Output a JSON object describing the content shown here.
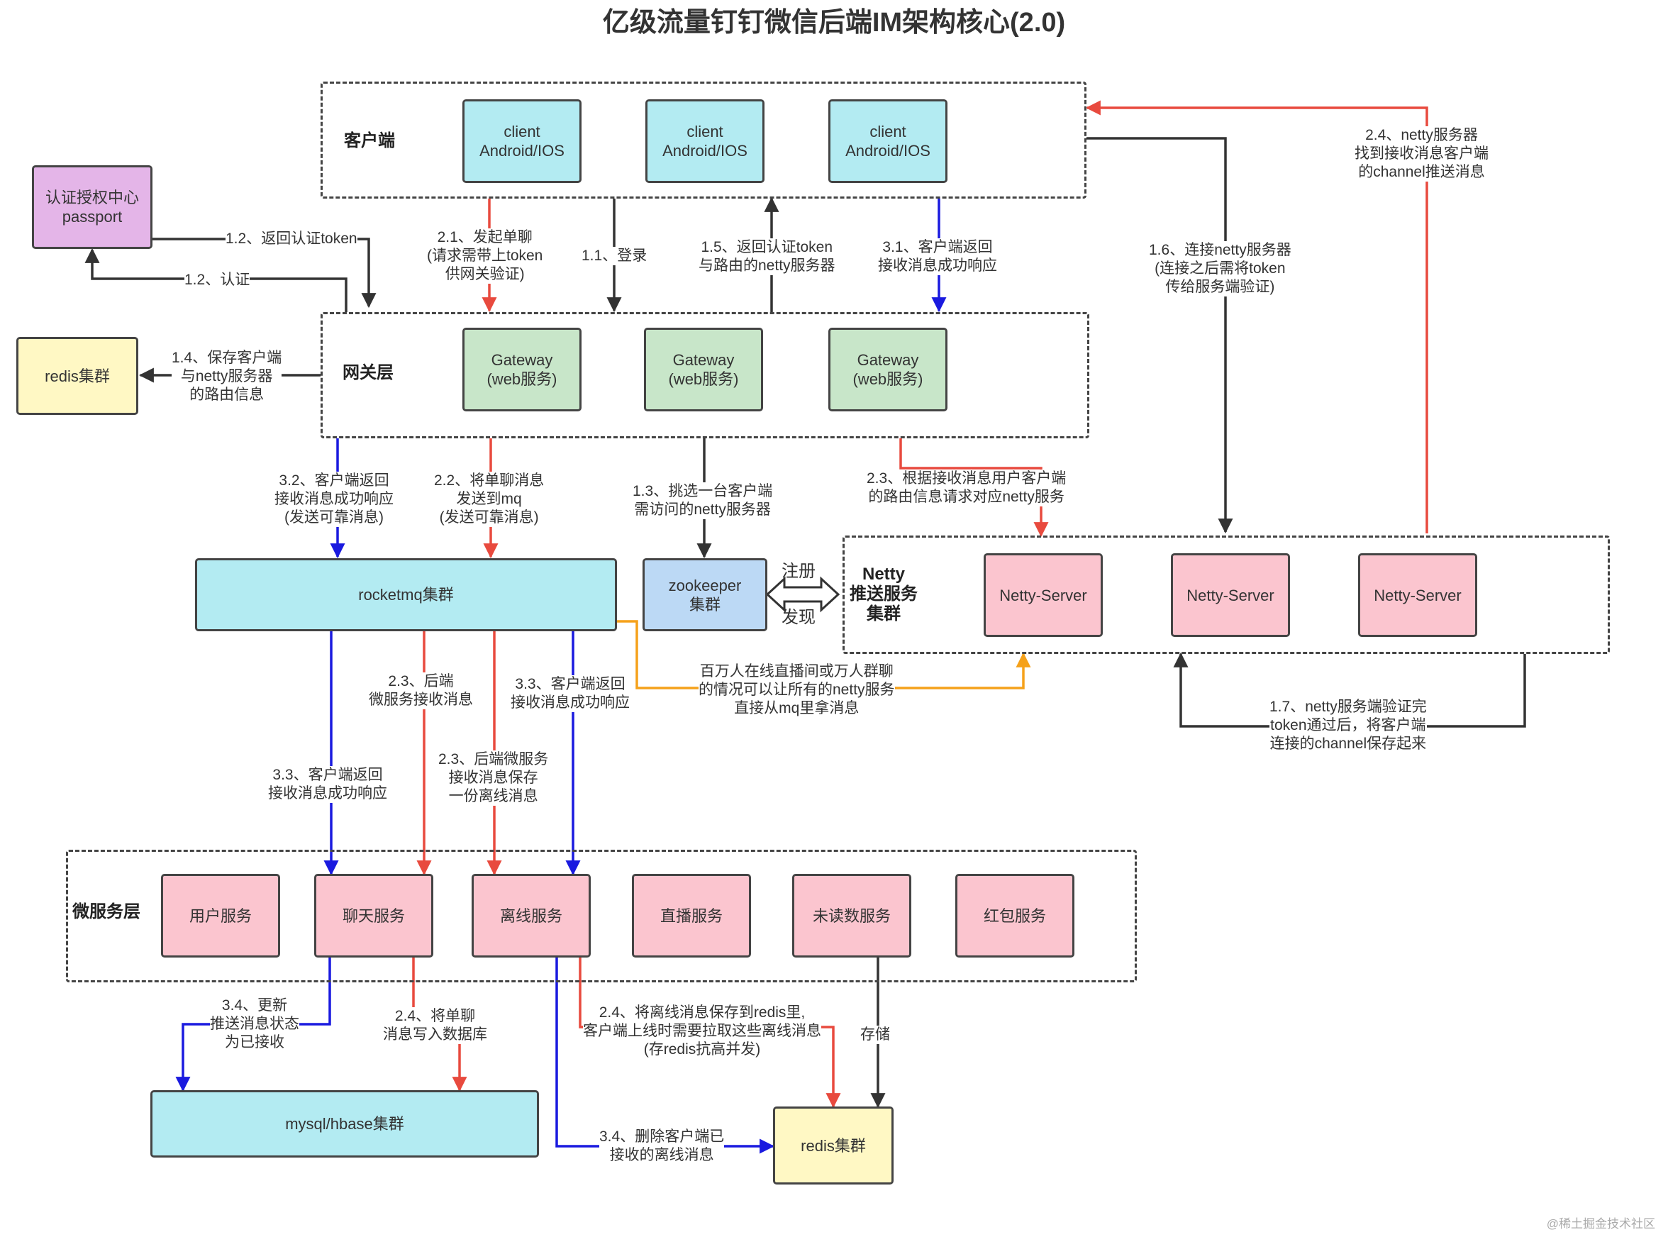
{
  "title": "亿级流量钉钉微信后端IM架构核心(2.0)",
  "watermark": "@稀土掘金技术社区",
  "groups": {
    "client_layer": "客户端",
    "gateway_layer": "网关层",
    "netty_cluster": "Netty\n推送服务\n集群",
    "micro_layer": "微服务层"
  },
  "nodes": {
    "client1": "client\nAndroid/IOS",
    "client2": "client\nAndroid/IOS",
    "client3": "client\nAndroid/IOS",
    "auth": "认证授权中心\npassport",
    "redis_top": "redis集群",
    "gateway1": "Gateway\n(web服务)",
    "gateway2": "Gateway\n(web服务)",
    "gateway3": "Gateway\n(web服务)",
    "rocketmq": "rocketmq集群",
    "zookeeper": "zookeeper\n集群",
    "netty1": "Netty-Server",
    "netty2": "Netty-Server",
    "netty3": "Netty-Server",
    "svc_user": "用户服务",
    "svc_chat": "聊天服务",
    "svc_offline": "离线服务",
    "svc_live": "直播服务",
    "svc_unread": "未读数服务",
    "svc_redpacket": "红包服务",
    "mysql": "mysql/hbase集群",
    "redis_bottom": "redis集群"
  },
  "labels": {
    "l_1_2_token": "1.2、返回认证token",
    "l_1_2_auth": "1.2、认证",
    "l_2_1": "2.1、发起单聊\n(请求需带上token\n供网关验证)",
    "l_1_1": "1.1、登录",
    "l_1_5": "1.5、返回认证token\n与路由的netty服务器",
    "l_3_1": "3.1、客户端返回\n接收消息成功响应",
    "l_1_6": "1.6、连接netty服务器\n(连接之后需将token\n传给服务端验证)",
    "l_2_4_top": "2.4、netty服务器\n找到接收消息客户端\n的channel推送消息",
    "l_1_4": "1.4、保存客户端\n与netty服务器\n的路由信息",
    "l_3_2": "3.2、客户端返回\n接收消息成功响应\n(发送可靠消息)",
    "l_2_2": "2.2、将单聊消息\n发送到mq\n(发送可靠消息)",
    "l_1_3": "1.3、挑选一台客户端\n需访问的netty服务器",
    "l_2_3_route": "2.3、根据接收消息用户客户端\n的路由信息请求对应netty服务",
    "l_register": "注册",
    "l_discover": "发现",
    "l_2_3_backend": "2.3、后端\n微服务接收消息",
    "l_3_3_right": "3.3、客户端返回\n接收消息成功响应",
    "l_million": "百万人在线直播间或万人群聊\n的情况可以让所有的netty服务\n直接从mq里拿消息",
    "l_1_7": "1.7、netty服务端验证完\ntoken通过后，将客户端\n连接的channel保存起来",
    "l_3_3_left": "3.3、客户端返回\n接收消息成功响应",
    "l_2_3_offline": "2.3、后端微服务\n接收消息保存\n一份离线消息",
    "l_3_4_update": "3.4、更新\n推送消息状态\n为已接收",
    "l_2_4_db": "2.4、将单聊\n消息写入数据库",
    "l_2_4_redis": "2.4、将离线消息保存到redis里,\n客户端上线时需要拉取这些离线消息\n(存redis抗高并发)",
    "l_store": "存储",
    "l_3_4_delete": "3.4、删除客户端已\n接收的离线消息"
  },
  "colors": {
    "red": "#e84a3e",
    "blue": "#1a1adf",
    "black": "#333333",
    "orange": "#f5a11a"
  }
}
